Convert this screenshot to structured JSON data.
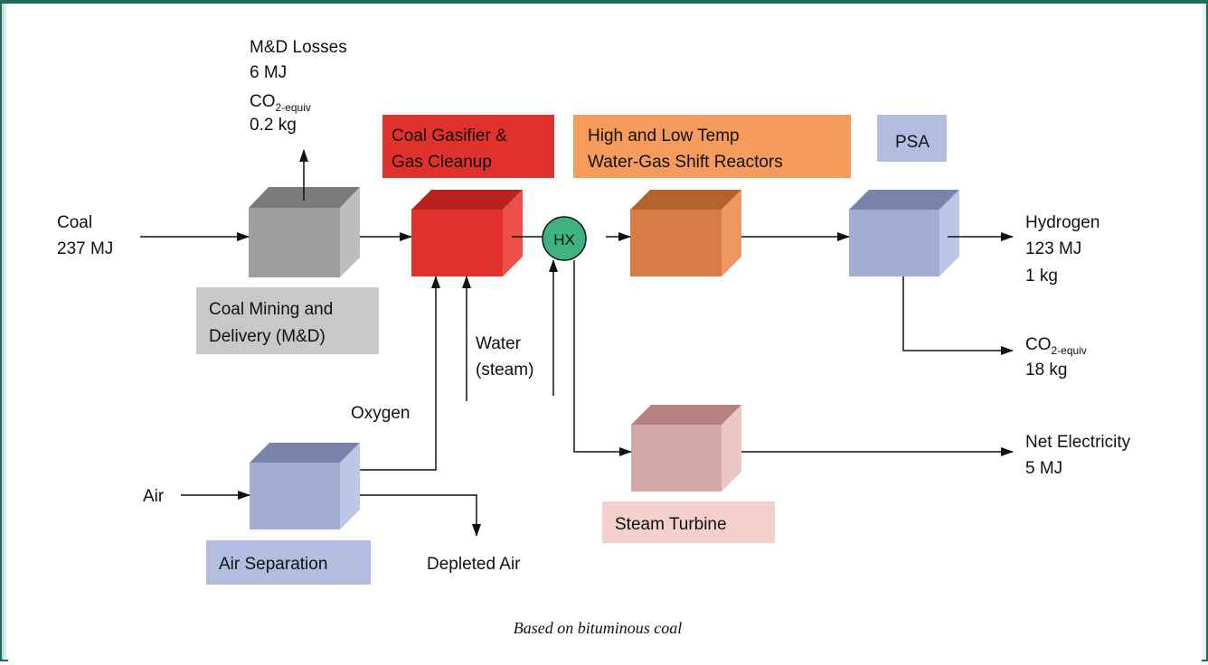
{
  "colors": {
    "gray": "#9e9e9e",
    "red": "#e0312c",
    "orange": "#d87b44",
    "blue": "#a3acd2",
    "pink": "#d4a8a6",
    "hx": "#3fb27f",
    "frame": "#1f6b62"
  },
  "labels": {
    "coal_gasifier": [
      "Coal Gasifier &",
      "Gas Cleanup"
    ],
    "shift_reactors": [
      "High and Low Temp",
      "Water-Gas Shift Reactors"
    ],
    "psa": "PSA",
    "mining_delivery": [
      "Coal Mining and",
      "Delivery (M&D)"
    ],
    "air_separation": "Air Separation",
    "steam_turbine": "Steam Turbine",
    "hx": "HX"
  },
  "streams": {
    "md_losses": {
      "title": "M&D Losses",
      "energy": "6 MJ",
      "co2_base": "CO",
      "co2_sub": "2-equiv",
      "co2_mass": "0.2 kg"
    },
    "coal": {
      "name": "Coal",
      "energy": "237 MJ"
    },
    "hydrogen": {
      "name": "Hydrogen",
      "energy": "123 MJ",
      "mass": "1 kg"
    },
    "co2": {
      "base": "CO",
      "sub": "2-equiv",
      "mass": "18 kg"
    },
    "water": [
      "Water",
      "(steam)"
    ],
    "oxygen": "Oxygen",
    "air": "Air",
    "depleted_air": "Depleted Air",
    "net_electricity": {
      "name": "Net Electricity",
      "energy": "5 MJ"
    }
  },
  "caption": "Based on bituminous coal"
}
